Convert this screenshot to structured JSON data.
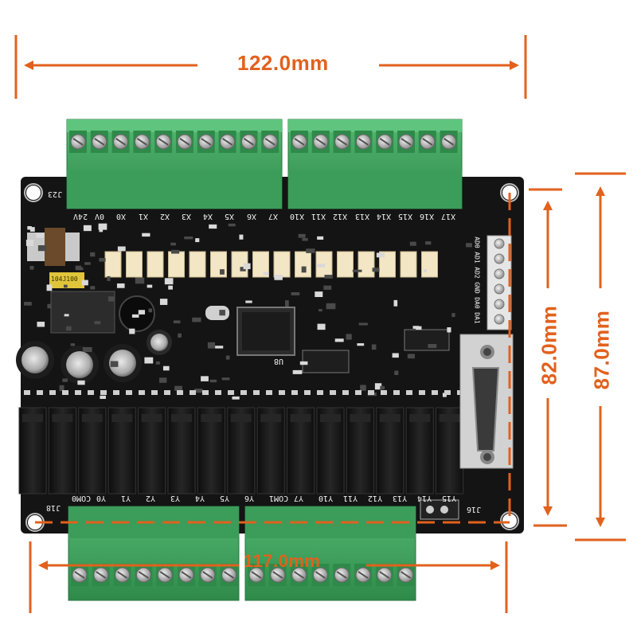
{
  "dimensions": {
    "top_width": "122.0mm",
    "bottom_width": "117.0mm",
    "inner_height": "82.0mm",
    "outer_height": "87.0mm"
  },
  "board": {
    "connector_top_left": "J23",
    "connector_bottom_left": "J18",
    "connector_bottom_right": "J16",
    "chip_label": "U8",
    "component_marking": "104J100",
    "top_terminal_labels": [
      "24V",
      "0V",
      "X0",
      "X1",
      "X2",
      "X3",
      "X4",
      "X5",
      "X6",
      "X7",
      "X10",
      "X11",
      "X12",
      "X13",
      "X14",
      "X15",
      "X16",
      "X17"
    ],
    "bottom_terminal_labels": [
      "COM0",
      "Y0",
      "Y1",
      "Y2",
      "Y3",
      "Y4",
      "Y5",
      "Y6",
      "COM1",
      "Y7",
      "Y10",
      "Y11",
      "Y12",
      "Y13",
      "Y14",
      "Y15"
    ],
    "side_terminal_labels": [
      "AD0",
      "AD1",
      "AD2",
      "GND",
      "DA0",
      "DA1"
    ]
  },
  "colors": {
    "dimension": "#e2611d",
    "pcb": "#141414",
    "terminal_green": "#3aa35a",
    "relay": "#1b1b1b",
    "optocoupler": "#f3e6c4"
  }
}
